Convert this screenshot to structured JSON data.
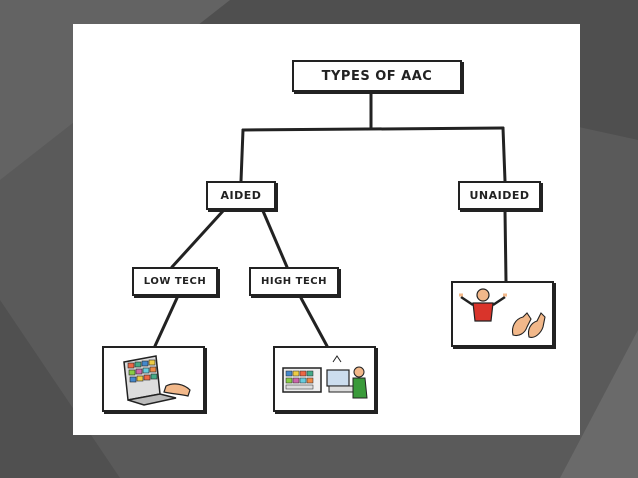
{
  "diagram": {
    "root": "TYPES OF AAC",
    "branch_aided": "AIDED",
    "branch_unaided": "UNAIDED",
    "leaf_low_tech": "LOW TECH",
    "leaf_high_tech": "HIGH TECH"
  },
  "colors": {
    "background": "#5a5a5a",
    "slide": "#ffffff",
    "ink": "#222222",
    "person_shirt": "#d9342b",
    "person_shirt_green": "#3a9a3a",
    "skin": "#f2b88a"
  }
}
